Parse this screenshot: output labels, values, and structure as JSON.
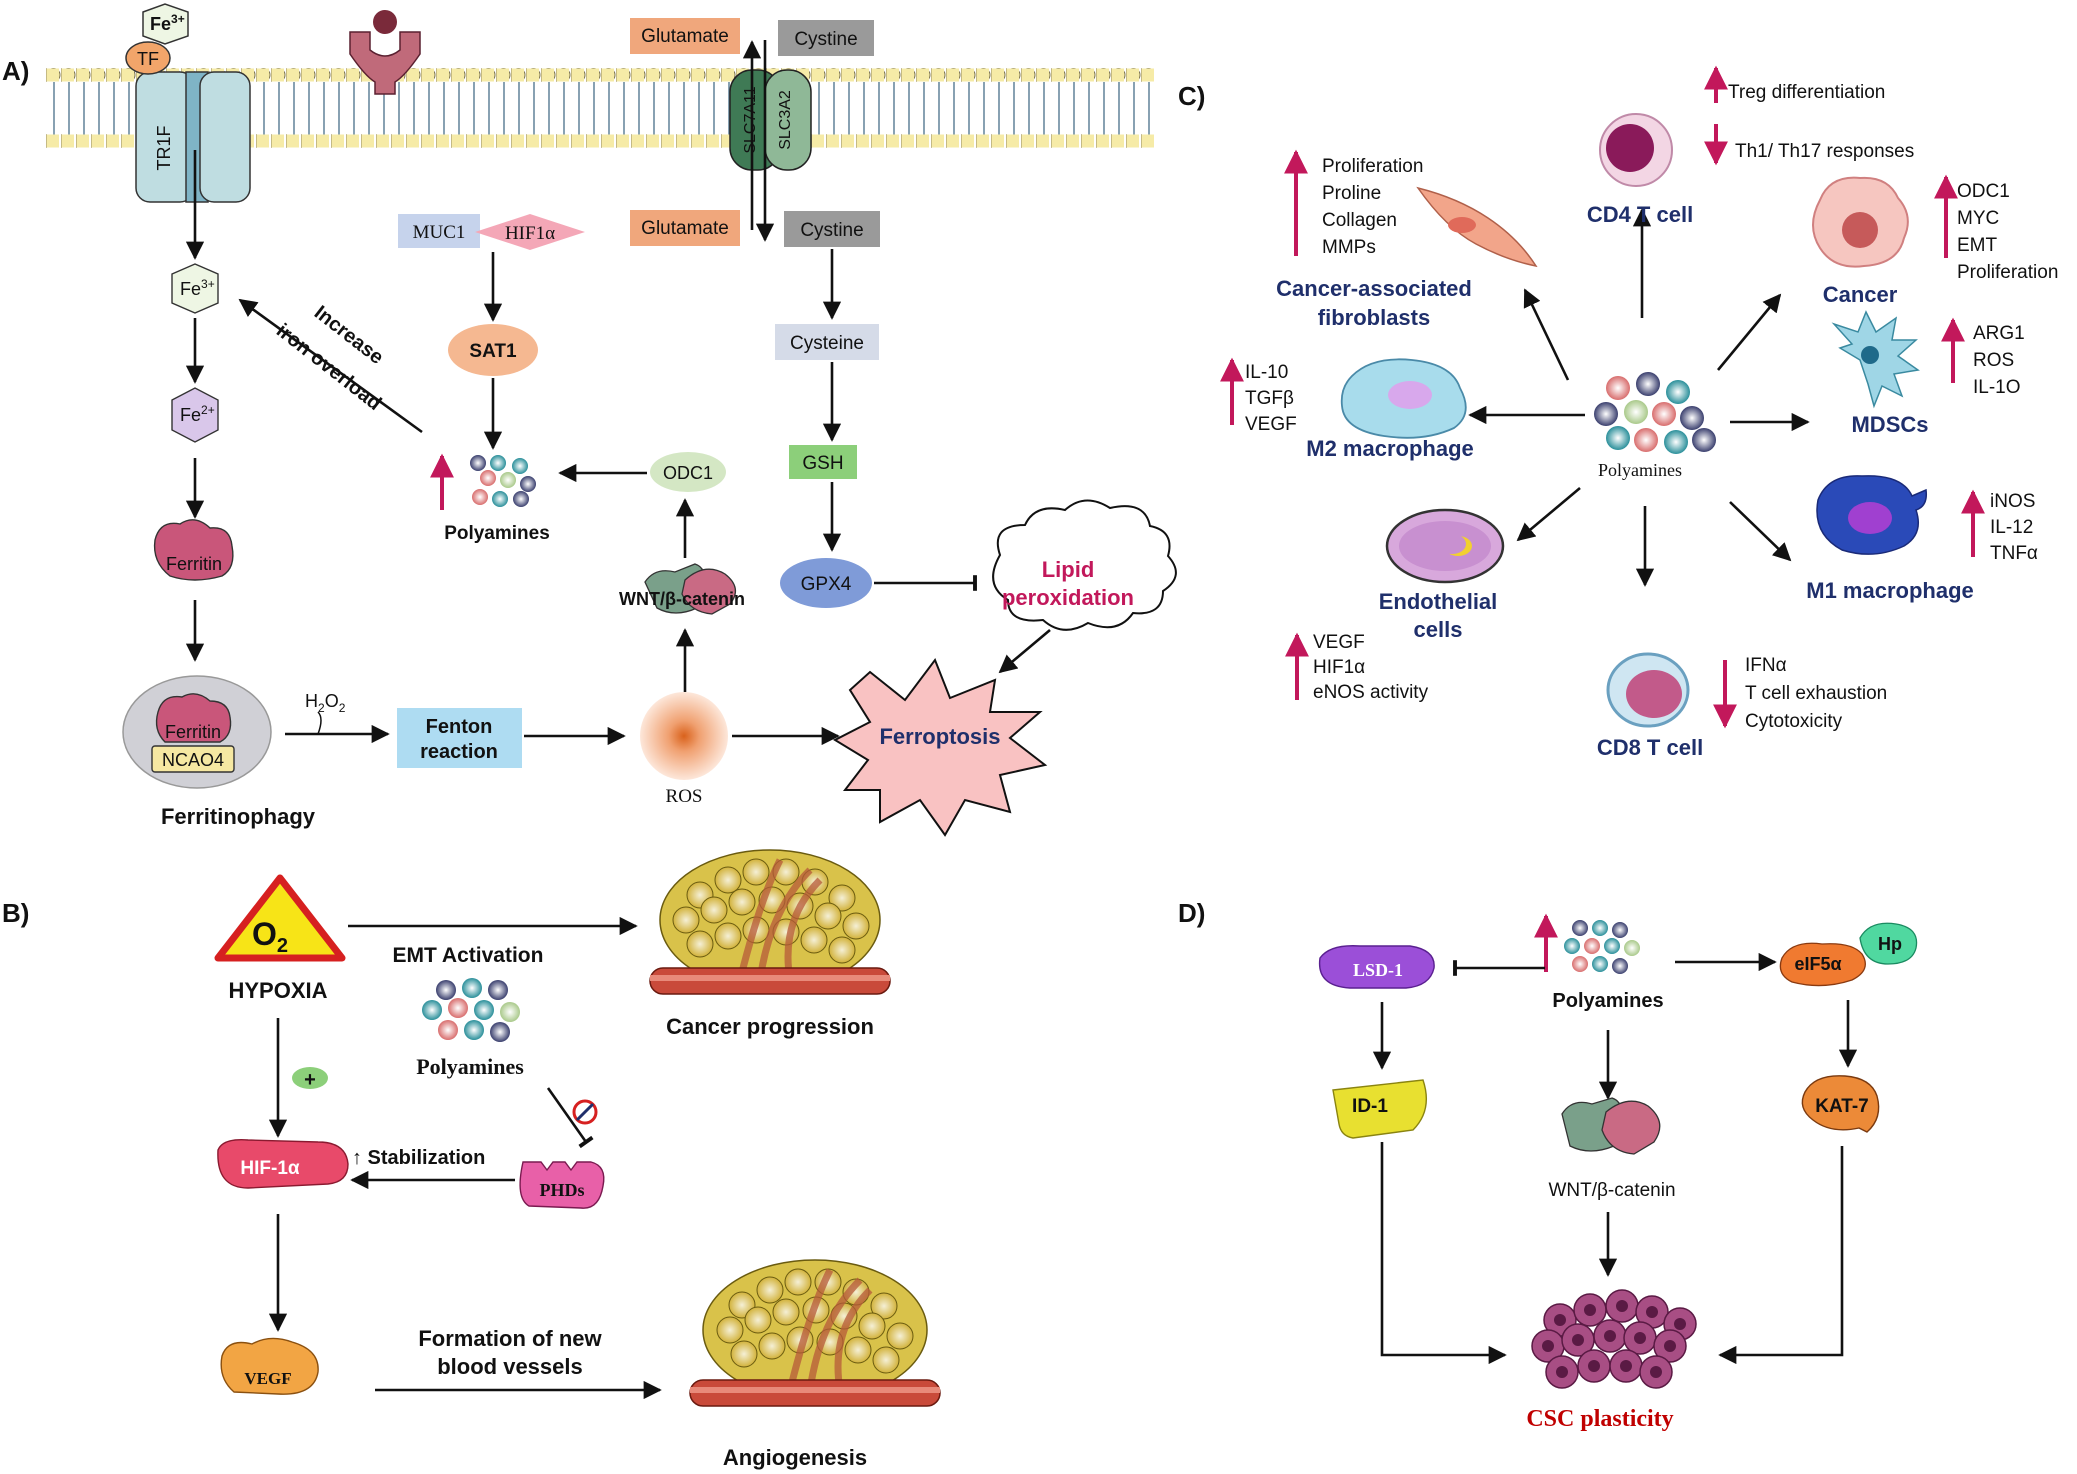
{
  "panels": {
    "a": "A)",
    "b": "B)",
    "c": "C)",
    "d": "D)"
  },
  "colors": {
    "up_arrow": "#c2185b",
    "navy": "#1f2f6b",
    "csc": "#c00000",
    "lipid": "#c2185b"
  },
  "panel_a": {
    "fe3_top": "Fe",
    "fe3_top_sup": "3+",
    "tf": "TF",
    "receptor": "TR1F",
    "glutamate_out": "Glutamate",
    "cystine_out": "Cystine",
    "slc7a11": "SLC7A11",
    "slc3a2": "SLC3A2",
    "glutamate_in": "Glutamate",
    "cystine_in": "Cystine",
    "muc1": "MUC1",
    "hif1a": "HIF1α",
    "sat1": "SAT1",
    "cysteine": "Cysteine",
    "gsh": "GSH",
    "gpx4": "GPX4",
    "fe3": "Fe",
    "fe3_sup": "3+",
    "fe2": "Fe",
    "fe2_sup": "2+",
    "ferritin": "Ferritin",
    "ferritin2": "Ferritin",
    "ncoa4": "NCAO4",
    "ferritinophagy": "Ferritinophagy",
    "increase_line1": "Increase",
    "increase_line2": "iron overload",
    "polyamines": "Polyamines",
    "odc1": "ODC1",
    "wnt": "WNT/β-catenin",
    "lipid_line1": "Lipid",
    "lipid_line2": "peroxidation",
    "h2o2": "H",
    "h2o2_sub1": "2",
    "h2o2_o": "O",
    "h2o2_sub2": "2",
    "fenton_line1": "Fenton",
    "fenton_line2": "reaction",
    "ros": "ROS",
    "ferroptosis": "Ferroptosis"
  },
  "panel_b": {
    "o2": "O",
    "o2_sub": "2",
    "hypoxia": "HYPOXIA",
    "emt": "EMT Activation",
    "cancer_progression": "Cancer progression",
    "polyamines": "Polyamines",
    "plus": "+",
    "stabilization": "↑ Stabilization",
    "hif": "HIF-1α",
    "phds": "PHDs",
    "vegf": "VEGF",
    "formation_line1": "Formation of new",
    "formation_line2": "blood vessels",
    "angiogenesis": "Angiogenesis"
  },
  "panel_c": {
    "polyamines": "Polyamines",
    "treg": "Treg differentiation",
    "th": "Th1/ Th17 responses",
    "cd4": "CD4 T cell",
    "caf_list": [
      "Proliferation",
      "Proline",
      "Collagen",
      "MMPs"
    ],
    "caf_line1": "Cancer-associated",
    "caf_line2": "fibroblasts",
    "cancer_list": [
      "ODC1",
      "MYC",
      "EMT",
      "Proliferation"
    ],
    "cancer": "Cancer",
    "mdsc_list": [
      "ARG1",
      "ROS",
      "IL-1O"
    ],
    "mdsc": "MDSCs",
    "m2_list": [
      "IL-10",
      "TGFβ",
      "VEGF"
    ],
    "m2": "M2 macrophage",
    "m1_list": [
      "iNOS",
      "IL-12",
      "TNFα"
    ],
    "m1": "M1 macrophage",
    "endo_line1": "Endothelial",
    "endo_line2": "cells",
    "endo_list": [
      "VEGF",
      "HIF1α",
      "eNOS activity"
    ],
    "cd8_list": [
      "IFNα",
      "T cell exhaustion",
      "Cytotoxicity"
    ],
    "cd8": "CD8 T cell"
  },
  "panel_d": {
    "lsd1": "LSD-1",
    "polyamines": "Polyamines",
    "eif5a": "eIF5α",
    "hp": "Hp",
    "id1": "ID-1",
    "kat7": "KAT-7",
    "wnt": "WNT/β-catenin",
    "csc": "CSC plasticity"
  }
}
